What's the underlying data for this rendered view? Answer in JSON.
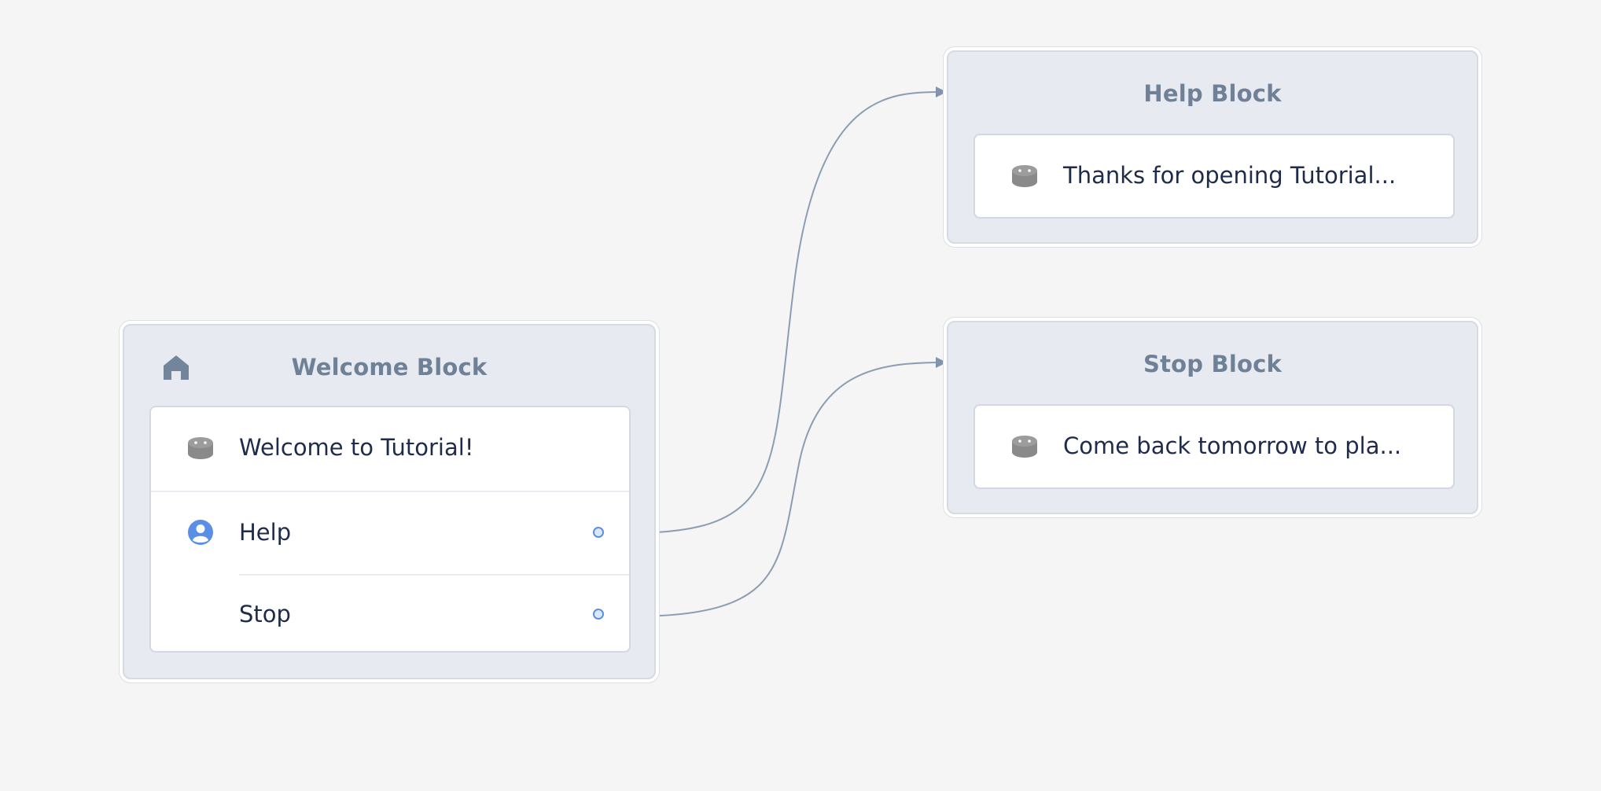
{
  "colors": {
    "canvas": "#f5f5f5",
    "block_fill": "#e7eaf0",
    "card_fill": "#ffffff",
    "title_text": "#6f8196",
    "body_text": "#1f2b4a",
    "wire": "#8b9db2",
    "port_fill": "#dbe8fb",
    "port_border": "#5c8fe0",
    "speaker_icon": "#8a8a8a",
    "user_icon": "#5b8ee6",
    "home_icon": "#73859b"
  },
  "blocks": {
    "welcome": {
      "title": "Welcome Block",
      "icon": "home-icon",
      "rows": [
        {
          "text": "Welcome to Tutorial!",
          "icon": "speaker-icon"
        },
        {
          "text": "Help",
          "icon": "user-icon"
        },
        {
          "text": "Stop",
          "icon": ""
        }
      ]
    },
    "help": {
      "title": "Help Block",
      "rows": [
        {
          "text": "Thanks for opening Tutorial...",
          "icon": "speaker-icon"
        }
      ]
    },
    "stop": {
      "title": "Stop Block",
      "rows": [
        {
          "text": "Come back tomorrow to pla...",
          "icon": "speaker-icon"
        }
      ]
    }
  },
  "connections": [
    {
      "from": "Help",
      "to": "Help Block"
    },
    {
      "from": "Stop",
      "to": "Stop Block"
    }
  ]
}
